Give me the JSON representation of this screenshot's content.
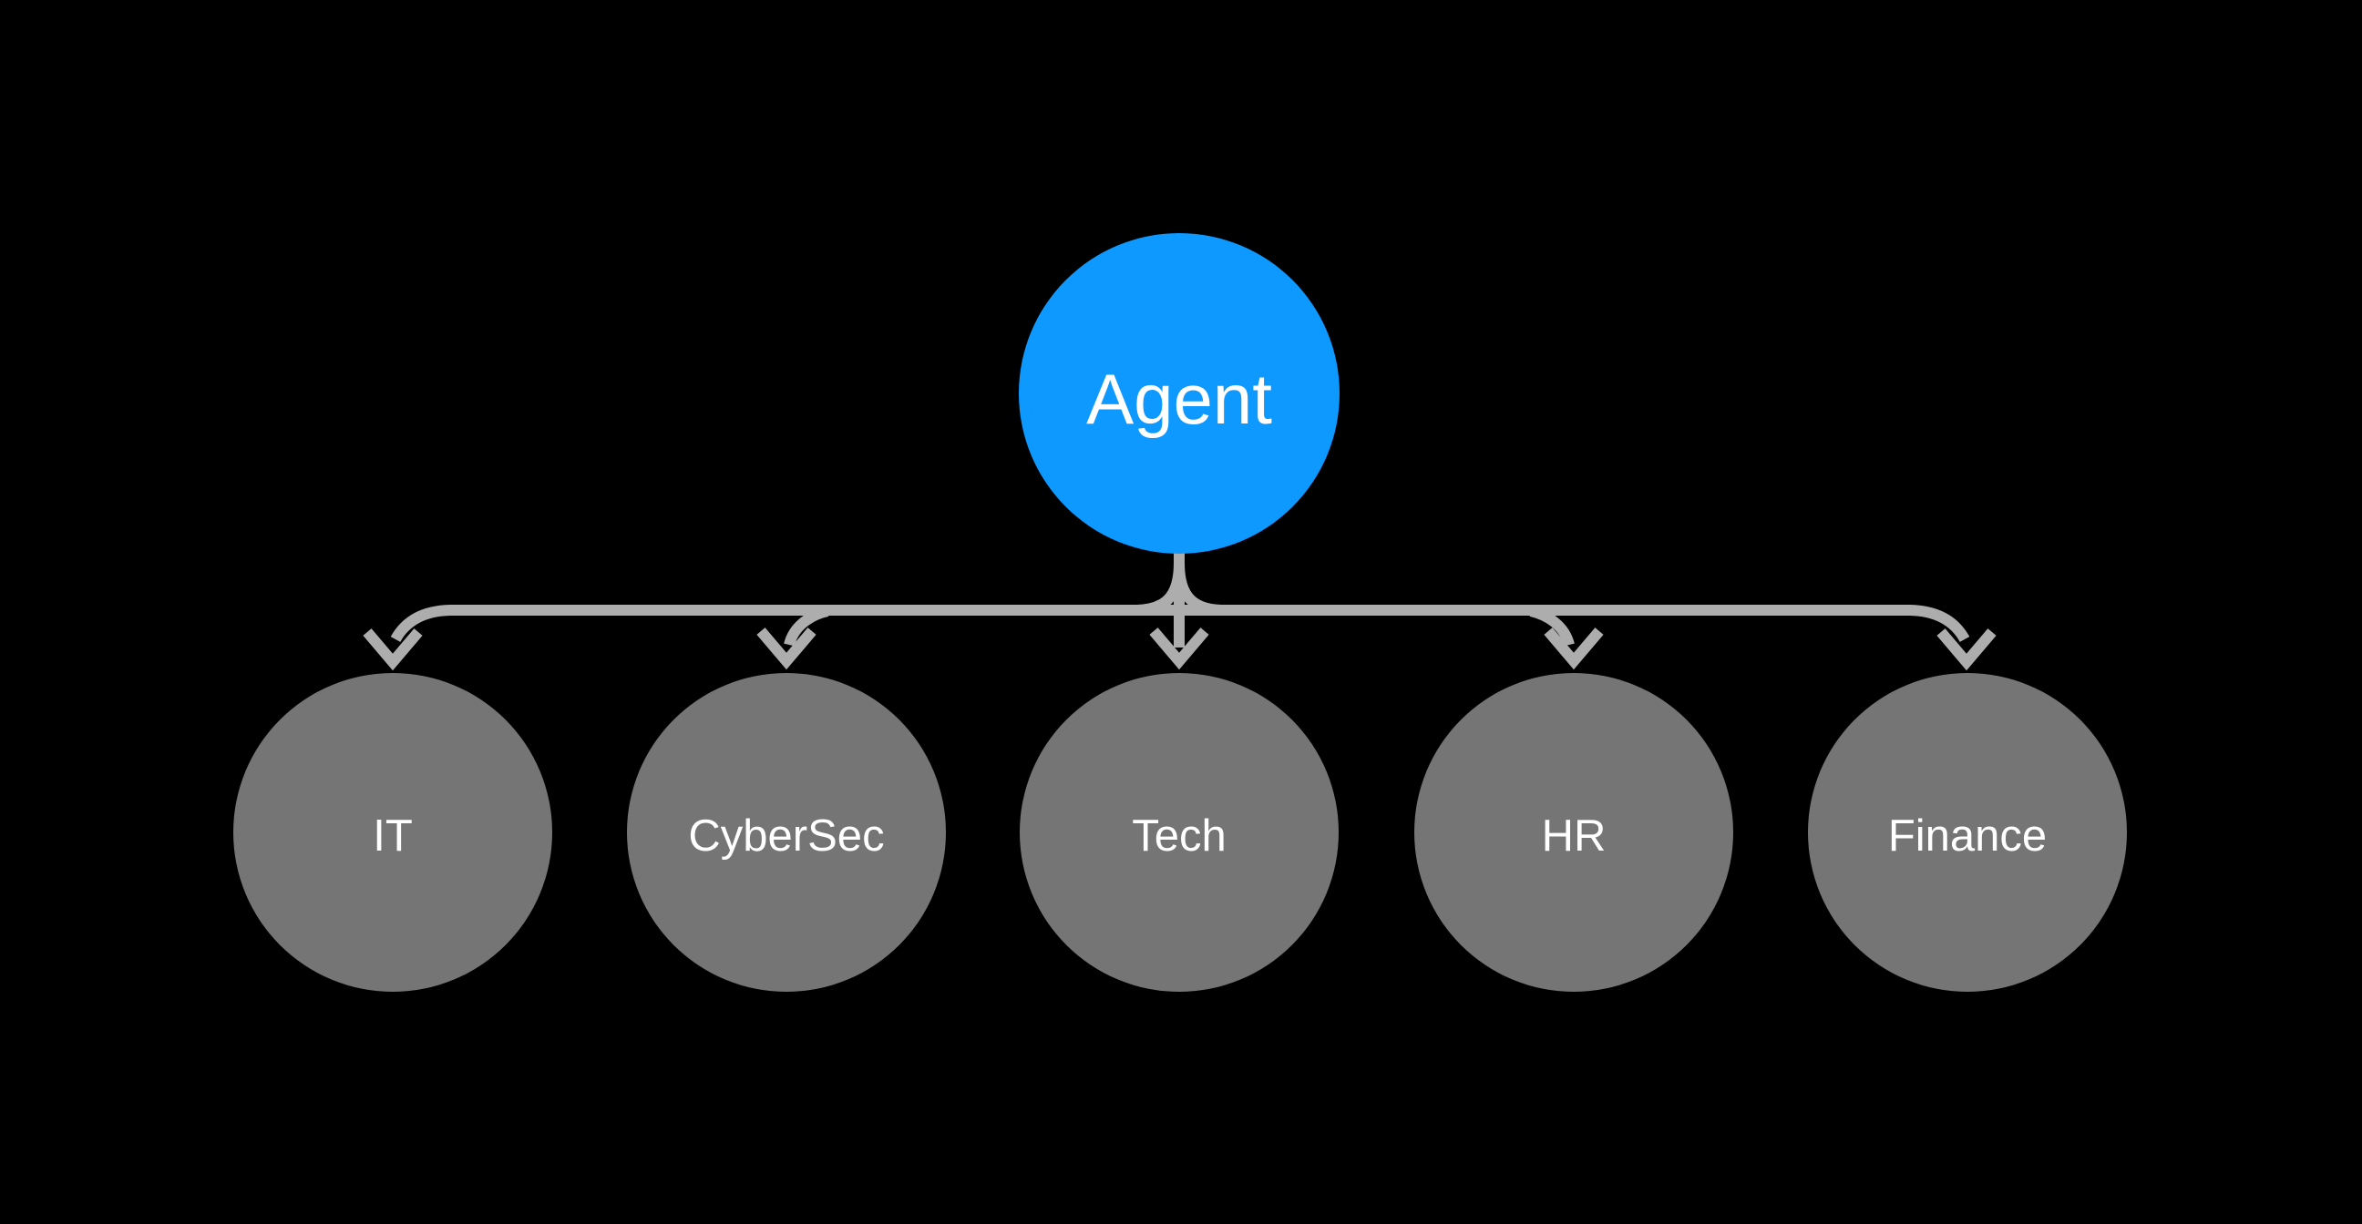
{
  "colors": {
    "background": "#000000",
    "root_fill": "#0D99FF",
    "child_fill": "#757575",
    "connector": "#ADADAD",
    "text": "#FFFFFF"
  },
  "diagram": {
    "root": {
      "label": "Agent"
    },
    "children": [
      {
        "label": "IT"
      },
      {
        "label": "CyberSec"
      },
      {
        "label": "Tech"
      },
      {
        "label": "HR"
      },
      {
        "label": "Finance"
      }
    ],
    "edges": [
      {
        "from": "Agent",
        "to": "IT"
      },
      {
        "from": "Agent",
        "to": "CyberSec"
      },
      {
        "from": "Agent",
        "to": "Tech"
      },
      {
        "from": "Agent",
        "to": "HR"
      },
      {
        "from": "Agent",
        "to": "Finance"
      }
    ]
  }
}
